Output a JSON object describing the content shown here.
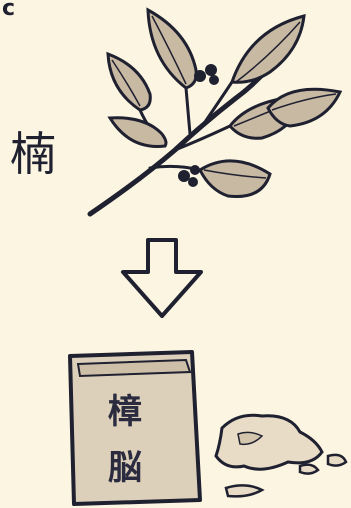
{
  "corner_label": "c",
  "tree_label": "楠",
  "package": {
    "line1": "樟",
    "line2": "脳"
  },
  "colors": {
    "background": "#fbf5e1",
    "ink": "#1f2030",
    "leaf_fill": "#c8b9a3",
    "package_fill": "#ddd0bb",
    "crystal_fill": "#e8dcc6"
  },
  "icons": [
    "camphor-branch-icon",
    "berry-cluster-icon",
    "down-arrow-icon",
    "camphor-package-icon",
    "camphor-crystals-icon"
  ]
}
